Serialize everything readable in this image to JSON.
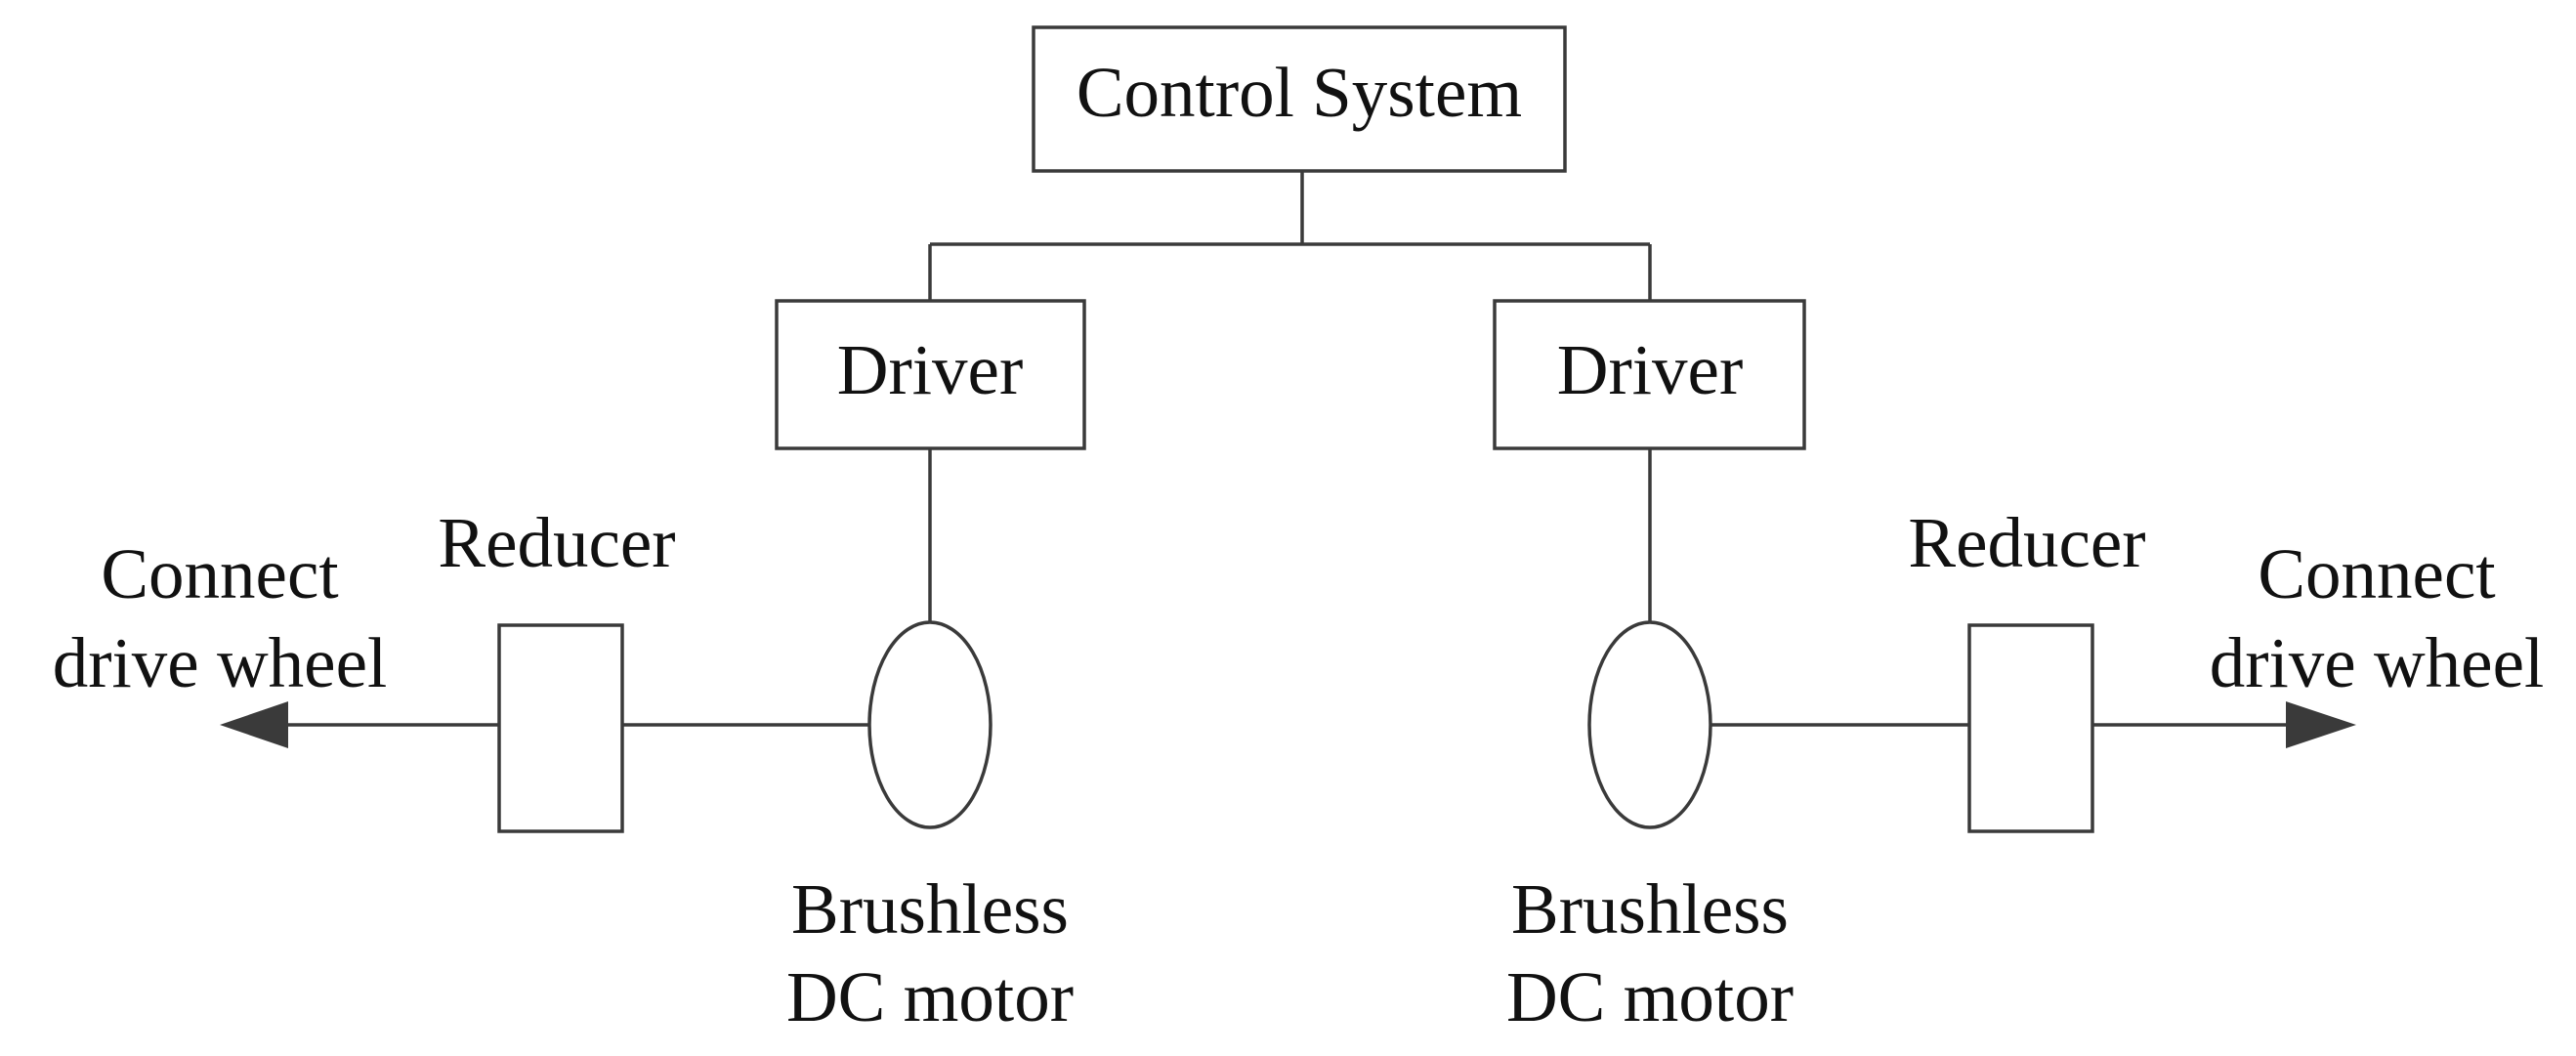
{
  "diagram": {
    "control_system": "Control System",
    "left": {
      "driver": "Driver",
      "reducer": "Reducer",
      "motor_line1": "Brushless",
      "motor_line2": "DC motor",
      "output_line1": "Connect",
      "output_line2": "drive wheel"
    },
    "right": {
      "driver": "Driver",
      "reducer": "Reducer",
      "motor_line1": "Brushless",
      "motor_line2": "DC motor",
      "output_line1": "Connect",
      "output_line2": "drive wheel"
    },
    "colors": {
      "stroke": "#3a3a3a",
      "text": "#111111",
      "background": "#ffffff"
    }
  }
}
